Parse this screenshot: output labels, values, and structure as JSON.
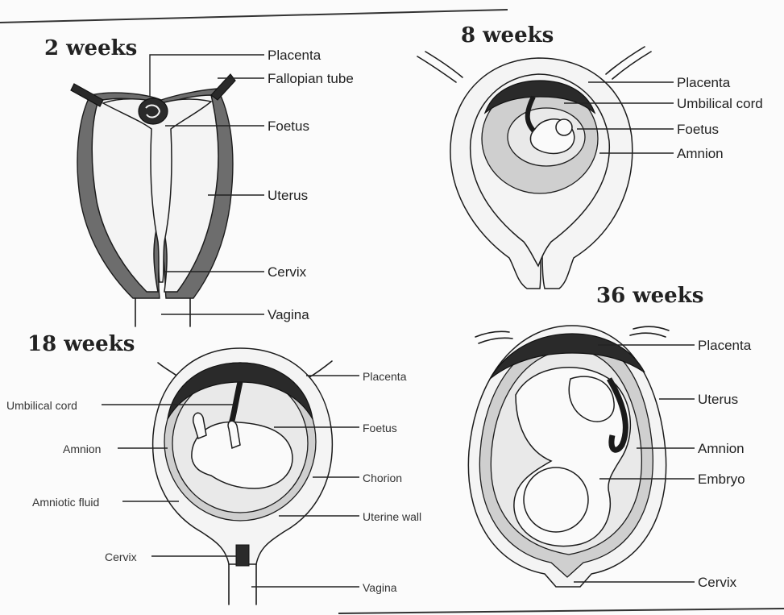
{
  "panels": {
    "week2": {
      "title": "2 weeks",
      "labels": [
        "Placenta",
        "Fallopian tube",
        "Foetus",
        "Uterus",
        "Cervix",
        "Vagina"
      ]
    },
    "week8": {
      "title": "8 weeks",
      "labels": [
        "Placenta",
        "Umbilical cord",
        "Foetus",
        "Amnion"
      ]
    },
    "week18": {
      "title": "18 weeks",
      "labels": [
        "Placenta",
        "Umbilical cord",
        "Foetus",
        "Amnion",
        "Chorion",
        "Amniotic fluid",
        "Uterine wall",
        "Cervix",
        "Vagina"
      ]
    },
    "week36": {
      "title": "36 weeks",
      "labels": [
        "Placenta",
        "Uterus",
        "Amnion",
        "Embryo",
        "Cervix"
      ]
    }
  }
}
